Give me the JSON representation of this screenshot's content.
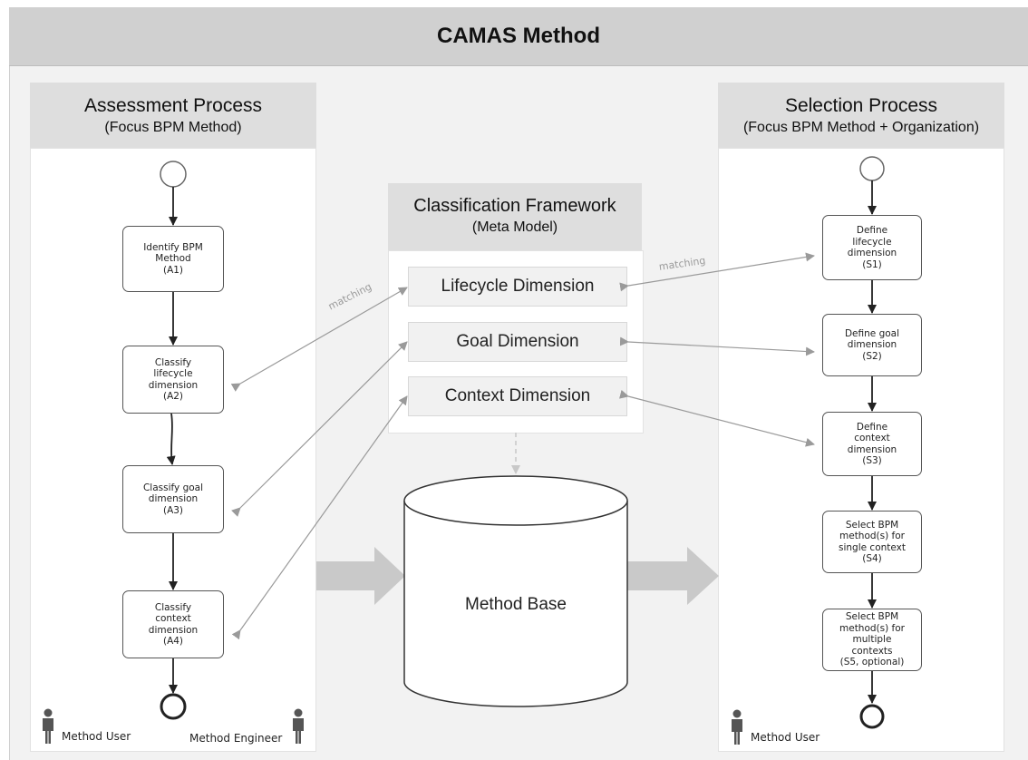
{
  "title": "CAMAS Method",
  "assessment": {
    "title": "Assessment Process",
    "subtitle": "(Focus BPM Method)",
    "tasks": [
      [
        "Identify BPM",
        "Method",
        "(A1)"
      ],
      [
        "Classify",
        "lifecycle",
        "dimension",
        "(A2)"
      ],
      [
        "Classify goal",
        "dimension",
        "(A3)"
      ],
      [
        "Classify",
        "context",
        "dimension",
        "(A4)"
      ]
    ],
    "role_user": "Method User",
    "role_engineer": "Method Engineer"
  },
  "framework": {
    "title": "Classification Framework",
    "subtitle": "(Meta Model)",
    "dimensions": [
      "Lifecycle Dimension",
      "Goal Dimension",
      "Context Dimension"
    ]
  },
  "method_base": "Method Base",
  "matching_label": "matching",
  "selection": {
    "title": "Selection Process",
    "subtitle": "(Focus BPM Method + Organization)",
    "tasks": [
      [
        "Define",
        "lifecycle",
        "dimension",
        "(S1)"
      ],
      [
        "Define goal",
        "dimension",
        "(S2)"
      ],
      [
        "Define",
        "context",
        "dimension",
        "(S3)"
      ],
      [
        "Select BPM",
        "method(s) for",
        "single context",
        "(S4)"
      ],
      [
        "Select BPM",
        "method(s) for",
        "multiple",
        "contexts",
        "(S5, optional)"
      ]
    ],
    "role_user": "Method User"
  }
}
